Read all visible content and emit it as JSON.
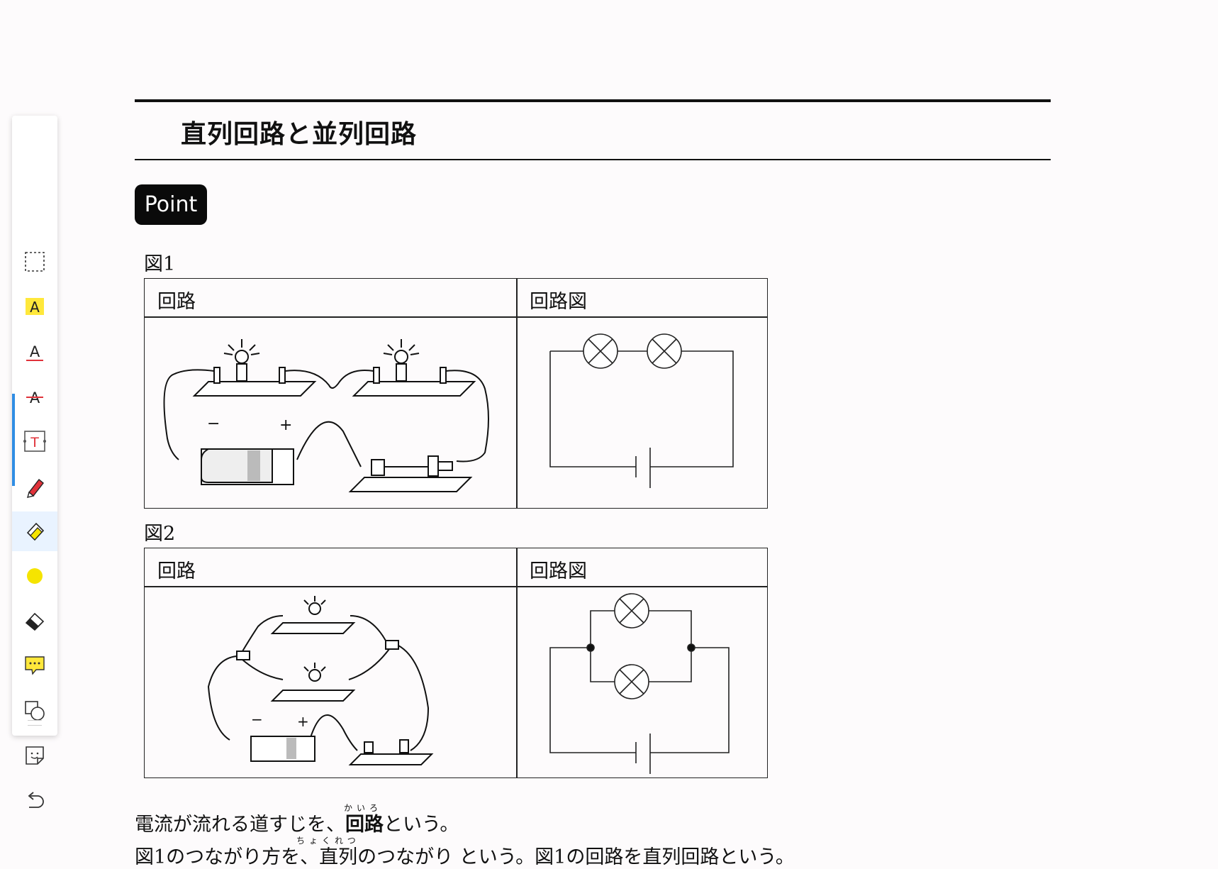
{
  "toolbar": {
    "tools": [
      {
        "name": "select-tool",
        "icon": "dashed-rectangle-icon"
      },
      {
        "name": "highlight-text-tool",
        "icon": "highlighted-a-icon"
      },
      {
        "name": "underline-tool",
        "icon": "underlined-a-icon"
      },
      {
        "name": "strikethrough-tool",
        "icon": "strikethrough-a-icon"
      },
      {
        "name": "text-box-tool",
        "icon": "text-box-t-icon"
      },
      {
        "name": "pen-tool",
        "icon": "red-pen-icon"
      },
      {
        "name": "highlighter-tool",
        "icon": "yellow-highlighter-icon",
        "active": true
      },
      {
        "name": "color-picker",
        "icon": "yellow-dot-icon"
      },
      {
        "name": "eraser-tool",
        "icon": "eraser-icon"
      },
      {
        "name": "comment-tool",
        "icon": "speech-bubble-icon"
      },
      {
        "name": "shape-tool",
        "icon": "shapes-icon"
      },
      {
        "name": "sticker-tool",
        "icon": "sticker-icon"
      },
      {
        "name": "undo-button",
        "icon": "undo-icon"
      }
    ],
    "active_color": "#f5e400",
    "accent_color": "#2f8de4"
  },
  "document": {
    "title": "直列回路と並列回路",
    "badge": "Point",
    "figures": [
      {
        "label": "図1",
        "col1": "回路",
        "col2": "回路図",
        "diagram": "series circuit: two lamps in series with a battery",
        "battery_minus": "−",
        "battery_plus": "+"
      },
      {
        "label": "図2",
        "col1": "回路",
        "col2": "回路図",
        "diagram": "parallel circuit: two lamps in parallel with a battery",
        "battery_minus": "−",
        "battery_plus": "+"
      }
    ],
    "line1": {
      "pre": "電流が流れる道すじを、",
      "bold": "回路",
      "post": "という。",
      "ruby": "かいろ"
    },
    "line2": {
      "ruby": "ちょくれつ",
      "text": "図1のつながり方を、直列のつながり という。図1の回路を直列回路という。"
    }
  }
}
